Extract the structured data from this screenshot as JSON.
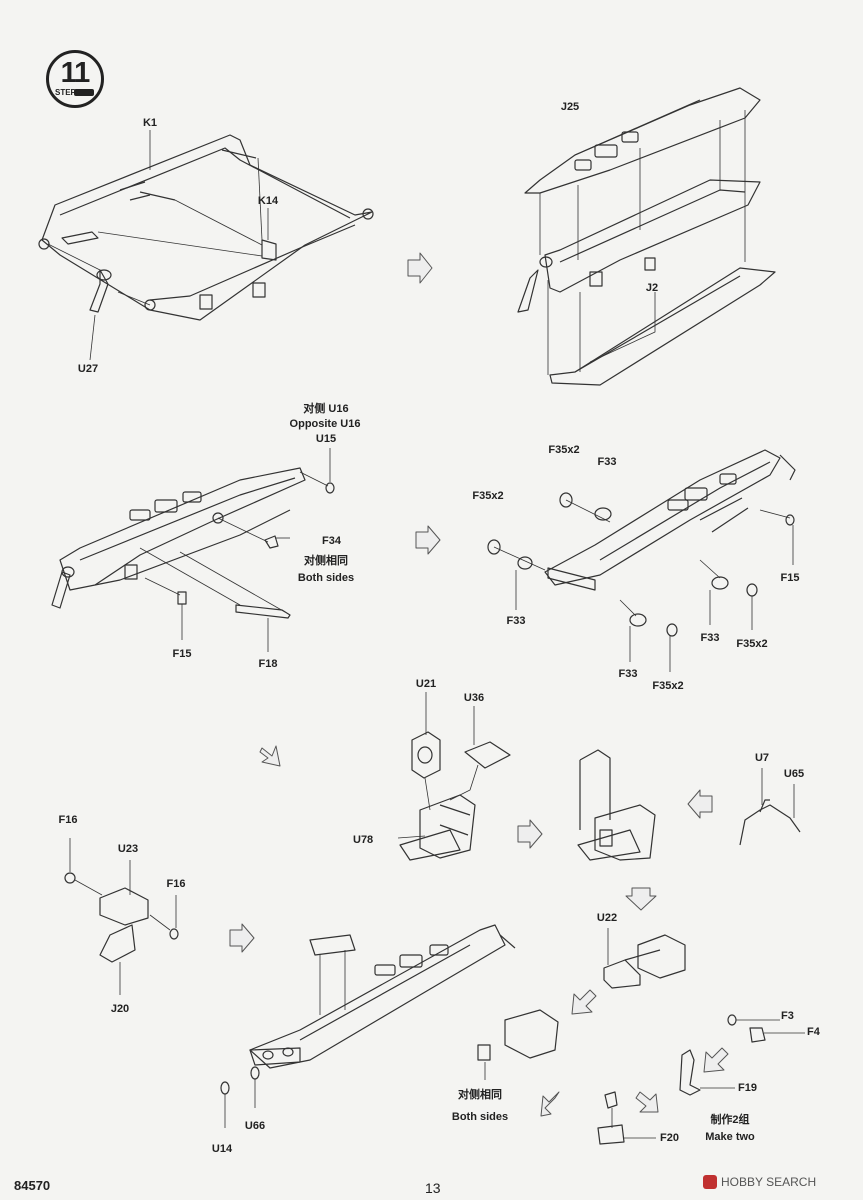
{
  "step": {
    "number": "11",
    "word": "STEP"
  },
  "labels": {
    "k1": "K1",
    "k14": "K14",
    "u27": "U27",
    "j25": "J25",
    "j2": "J2",
    "opp_cn": "对侧 U16",
    "opp_en": "Opposite U16",
    "u15": "U15",
    "f34": "F34",
    "same_cn_1": "对侧相同",
    "both_1": "Both sides",
    "f15_left": "F15",
    "f18": "F18",
    "f35_a": "F35x2",
    "f33_a": "F33",
    "f35_b": "F35x2",
    "f33_b": "F33",
    "f15_right": "F15",
    "f33_c": "F33",
    "f35_c": "F35x2",
    "f33_d": "F33",
    "f35_d": "F35x2",
    "u21": "U21",
    "u36": "U36",
    "u78": "U78",
    "u7": "U7",
    "u65": "U65",
    "f16_a": "F16",
    "u23": "U23",
    "f16_b": "F16",
    "j20": "J20",
    "u22": "U22",
    "same_cn_2": "对侧相同",
    "both_2": "Both sides",
    "u14": "U14",
    "u66": "U66",
    "f3": "F3",
    "f4": "F4",
    "f19": "F19",
    "make_cn": "制作2组",
    "make_en": "Make two",
    "f20": "F20"
  },
  "footer": {
    "code": "84570",
    "page": "13",
    "watermark": "HOBBY SEARCH"
  }
}
